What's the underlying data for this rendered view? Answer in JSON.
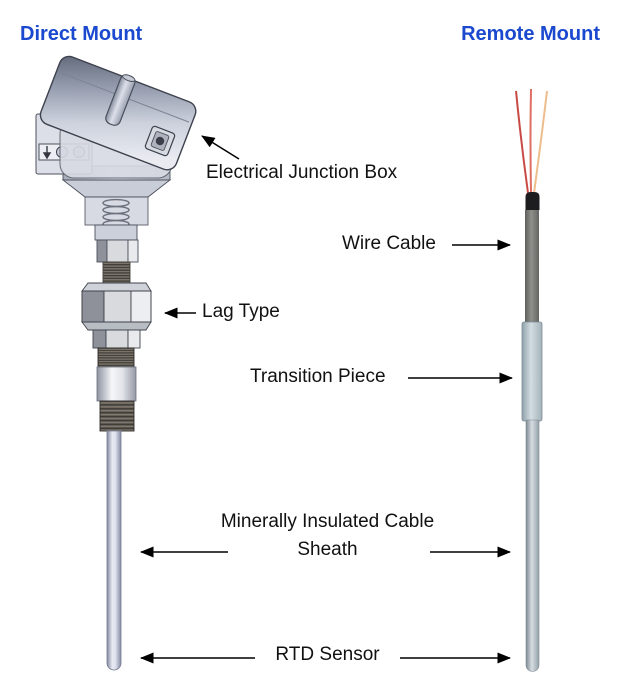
{
  "colors": {
    "accent_blue": "#1a49cf",
    "label_text": "#111111",
    "background": "#ffffff",
    "wire_red": "#c84a45",
    "wire_red_light": "#de6e62",
    "wire_orange": "#edbd8d",
    "cable_grey": "#7c7c79",
    "sheath_grey": "#aeb9c0"
  },
  "titles": {
    "direct_mount": "Direct Mount",
    "remote_mount": "Remote Mount"
  },
  "labels": {
    "electrical_junction_box": "Electrical Junction Box",
    "wire_cable": "Wire Cable",
    "lag_type": "Lag Type",
    "transition_piece": "Transition Piece",
    "mineral_sheath_line1": "Minerally Insulated Cable",
    "mineral_sheath_line2": "Sheath",
    "rtd_sensor": "RTD Sensor"
  },
  "figure": {
    "subject": "RTD sensor mounting styles comparison",
    "direct_mount_parts": [
      "Electrical Junction Box",
      "Lag Type",
      "Minerally Insulated Cable Sheath",
      "RTD Sensor"
    ],
    "remote_mount_parts": [
      "Wire Cable",
      "Transition Piece",
      "Minerally Insulated Cable Sheath",
      "RTD Sensor"
    ]
  }
}
